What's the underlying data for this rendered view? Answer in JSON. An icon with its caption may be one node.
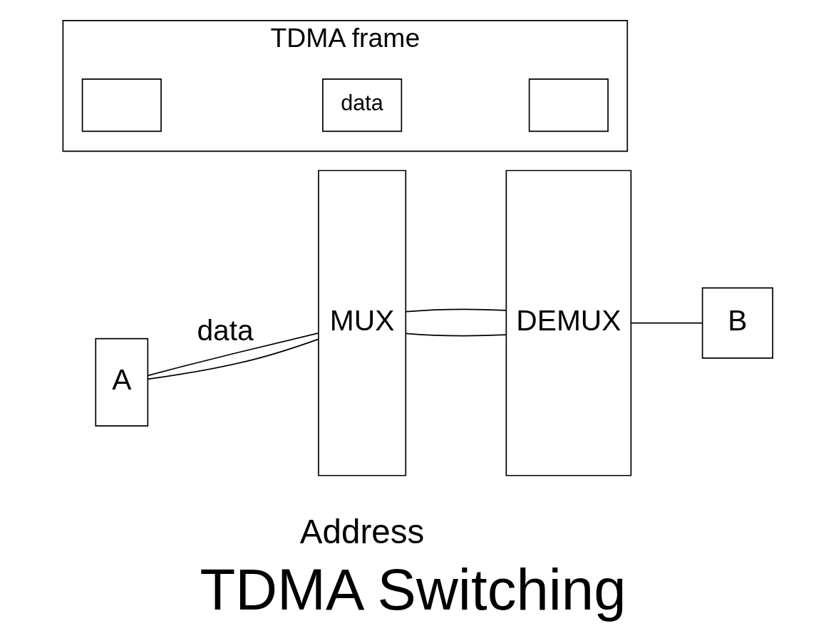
{
  "diagram": {
    "title": "TDMA Switching",
    "nodes": [
      {
        "text": [
          "A"
        ]
      },
      {
        "text": [
          "MUX"
        ]
      },
      {
        "text": [
          "TDMA frame"
        ]
      },
      {
        "text": [],
        "shape": "box",
        "in": 2
      },
      {
        "text": [
          "data"
        ],
        "in": 2
      },
      {
        "text": [],
        "shape": "box",
        "in": 2
      },
      {
        "text": [
          "DEMUX"
        ]
      },
      {
        "text": [
          "B"
        ]
      }
    ],
    "edges": [
      {
        "from": 0,
        "to": 1,
        "arrow": "none",
        "label": "data"
      },
      {
        "from": 1,
        "to": 6,
        "arrow": "none"
      },
      {
        "from": 6,
        "to": 7,
        "arrow": "none"
      },
      {
        "from": 0,
        "to": 1,
        "arrow": "none"
      },
      {
        "from": 1,
        "to": 6,
        "arrow": "none"
      }
    ],
    "labels": [
      "Address"
    ]
  }
}
